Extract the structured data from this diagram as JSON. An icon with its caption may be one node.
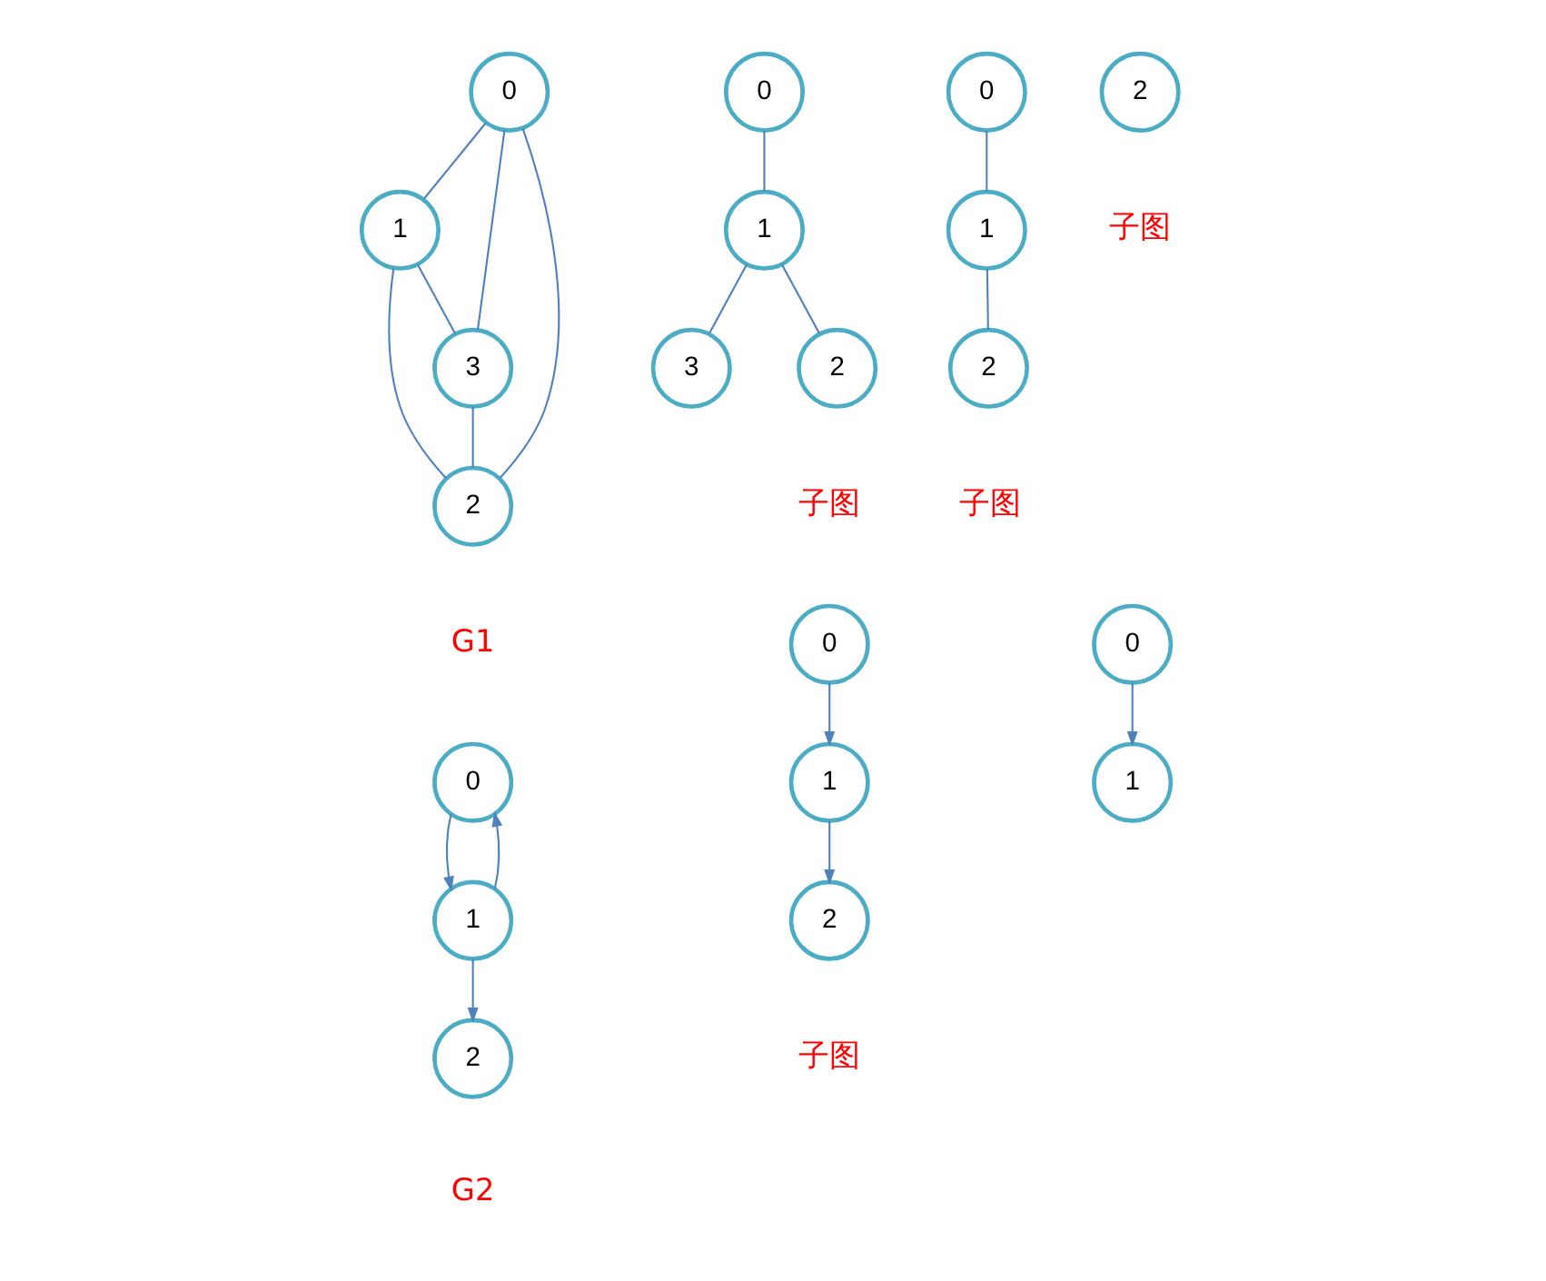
{
  "diagram": {
    "nodes": [
      {
        "text": [
          "0"
        ]
      },
      {
        "text": [
          "1"
        ]
      },
      {
        "text": [
          "3"
        ]
      },
      {
        "text": [
          "2"
        ]
      },
      {
        "text": [
          "0"
        ]
      },
      {
        "text": [
          "1"
        ]
      },
      {
        "text": [
          "3"
        ]
      },
      {
        "text": [
          "2"
        ]
      },
      {
        "text": [
          "0"
        ]
      },
      {
        "text": [
          "1"
        ]
      },
      {
        "text": [
          "2"
        ]
      },
      {
        "text": [
          "0"
        ]
      },
      {
        "text": [
          "1"
        ]
      },
      {
        "text": [
          "2"
        ]
      },
      {
        "text": [
          "0"
        ]
      },
      {
        "text": [
          "1"
        ]
      },
      {
        "text": [
          "2"
        ]
      },
      {
        "text": [
          "0"
        ]
      },
      {
        "text": [
          "1"
        ]
      },
      {
        "text": [
          "2"
        ]
      }
    ],
    "edges": [
      {
        "from": 0,
        "to": 1,
        "arrow": "none"
      },
      {
        "from": 0,
        "to": 2,
        "arrow": "none"
      },
      {
        "from": 0,
        "to": 3,
        "arrow": "none"
      },
      {
        "from": 1,
        "to": 2,
        "arrow": "none"
      },
      {
        "from": 1,
        "to": 3,
        "arrow": "none"
      },
      {
        "from": 2,
        "to": 3,
        "arrow": "none"
      },
      {
        "from": 4,
        "to": 5,
        "arrow": "none"
      },
      {
        "from": 5,
        "to": 6,
        "arrow": "none"
      },
      {
        "from": 5,
        "to": 7,
        "arrow": "none"
      },
      {
        "from": 8,
        "to": 9,
        "arrow": "none"
      },
      {
        "from": 9,
        "to": 10,
        "arrow": "none"
      },
      {
        "from": 11,
        "to": 12,
        "arrow": "to"
      },
      {
        "from": 12,
        "to": 11,
        "arrow": "to"
      },
      {
        "from": 12,
        "to": 13,
        "arrow": "to"
      },
      {
        "from": 14,
        "to": 15,
        "arrow": "to"
      },
      {
        "from": 15,
        "to": 16,
        "arrow": "to"
      },
      {
        "from": 17,
        "to": 18,
        "arrow": "to"
      }
    ],
    "labels": [
      "G1",
      "子图",
      "子图",
      "G2",
      "子图",
      "子图"
    ]
  }
}
